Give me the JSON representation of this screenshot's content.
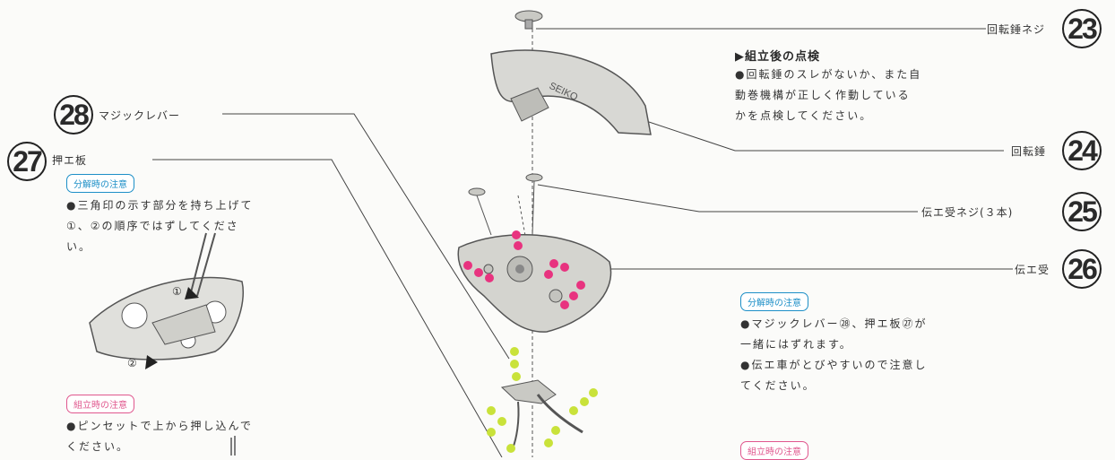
{
  "parts": [
    {
      "num": "23",
      "label": "回転錘ネジ"
    },
    {
      "num": "24",
      "label": "回転錘"
    },
    {
      "num": "25",
      "label": "伝エ受ネジ(３本)"
    },
    {
      "num": "26",
      "label": "伝エ受"
    },
    {
      "num": "27",
      "label": "押エ板"
    },
    {
      "num": "28",
      "label": "マジックレバー"
    }
  ],
  "inspection": {
    "heading": "▶組立後の点検",
    "lines": [
      "●回転錘のスレがないか、また自",
      "動巻機構が正しく作動している",
      "かを点検してください。"
    ]
  },
  "left": {
    "disassembly_badge": "分解時の注意",
    "disassembly_lines": [
      "●三角印の示す部分を持ち上げて",
      "①、②の順序ではずしてくださ",
      "い。"
    ],
    "assembly_badge": "組立時の注意",
    "assembly_lines": [
      "●ピンセットで上から押し込んで",
      "ください。"
    ],
    "figure_marks": [
      "①",
      "②"
    ]
  },
  "right": {
    "disassembly_badge": "分解時の注意",
    "disassembly_lines": [
      "●マジックレバー㉘、押エ板㉗が",
      "一緒にはずれます。",
      "●伝エ車がとびやすいので注意し",
      "てください。"
    ],
    "assembly_badge": "組立時の注意"
  },
  "rotor_logo": "SEIKO",
  "colors": {
    "pink": "#e0578e",
    "blue": "#1d8fc7",
    "lube_magenta": "#e8337f",
    "lube_yellow": "#c9e23a"
  }
}
